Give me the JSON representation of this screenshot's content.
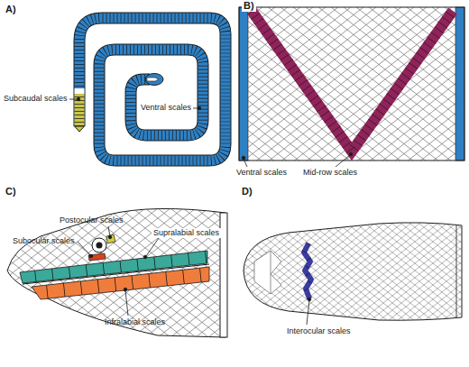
{
  "diagram": {
    "labels": [
      "A)",
      "Subcaudal scales",
      "Ventral scales",
      "B)",
      "Ventral scales",
      "Mid-row scales",
      "C)",
      "Subocular scales",
      "Postocular scales",
      "Supralabial scales",
      "Infralabial scales",
      "D)",
      "Interocular scales"
    ]
  }
}
